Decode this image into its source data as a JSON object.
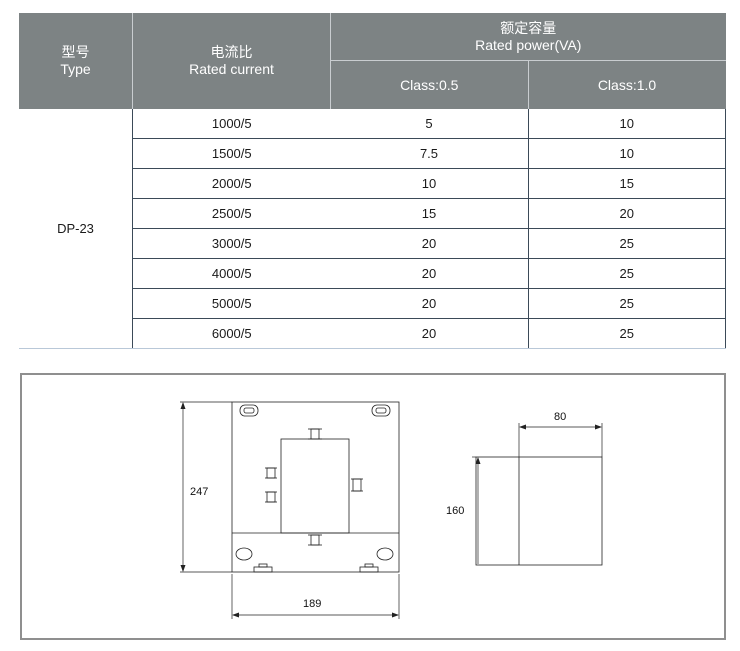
{
  "table": {
    "header": {
      "type_cn": "型号",
      "type_en": "Type",
      "current_cn": "电流比",
      "current_en": "Rated current",
      "power_cn": "额定容量",
      "power_en": "Rated power(VA)",
      "class_a": "Class:0.5",
      "class_b": "Class:1.0"
    },
    "type_value": "DP-23",
    "rows": [
      {
        "current": "1000/5",
        "class_a": "5",
        "class_b": "10"
      },
      {
        "current": "1500/5",
        "class_a": "7.5",
        "class_b": "10"
      },
      {
        "current": "2000/5",
        "class_a": "10",
        "class_b": "15"
      },
      {
        "current": "2500/5",
        "class_a": "15",
        "class_b": "20"
      },
      {
        "current": "3000/5",
        "class_a": "20",
        "class_b": "25"
      },
      {
        "current": "4000/5",
        "class_a": "20",
        "class_b": "25"
      },
      {
        "current": "5000/5",
        "class_a": "20",
        "class_b": "25"
      },
      {
        "current": "6000/5",
        "class_a": "20",
        "class_b": "25"
      }
    ]
  },
  "drawing": {
    "dim_height": "247",
    "dim_width": "189",
    "side_height": "160",
    "side_width": "80"
  }
}
